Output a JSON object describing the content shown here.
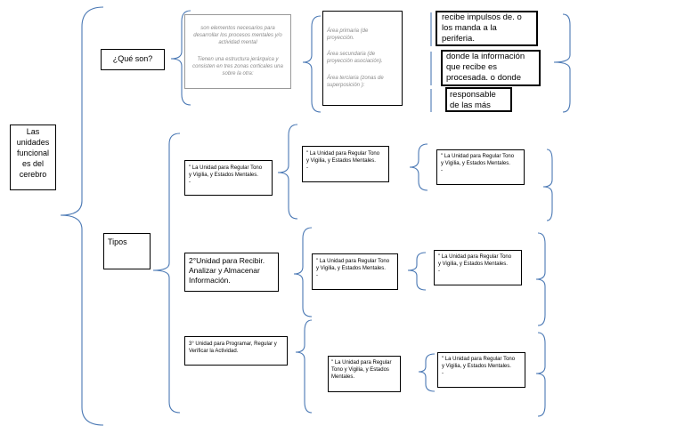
{
  "colors": {
    "bracket": "#4a78b4",
    "box_border": "#000000",
    "gray_text": "#8a8a8a"
  },
  "root": {
    "title": "Las\nunidades\nfuncional\nes del\ncerebro"
  },
  "que_son": {
    "label": "¿Qué son?",
    "definition_1": "son elementos necesarios para\ndesarrollar los procesos mentales y/o\nactividad mental",
    "definition_2": "Tienen una estructura jerárquica y\nconsisten en tres zonas corticales una\nsobre la otra:",
    "area_primaria": "Área            primaria            (de\nproyección.",
    "area_secundaria": "Área            secundaria           (de\nproyección asociación).",
    "area_terciaria": "Área  terciaria  (zonas  de\nsuperposición ):",
    "impulsos": "recibe impulsos de. o\nlos manda a la\nperiferia.",
    "procesada": "donde la información\nque recibe es\nprocesada. o  donde",
    "responsable": "responsable\nde las más"
  },
  "tipos": {
    "label": "Tipos",
    "unit_1": "\" La Unidad para Regular Tono\ny Vigilia, y Estados Mentales.\n-",
    "unit_1_sub": "\" La Unidad para Regular Tono\ny Vigilia, y Estados Mentales.\n-",
    "unit_1_sub2": "\" La Unidad para Regular Tono\ny Vigilia, y Estados Mentales.\n-",
    "unit_2": "2°Unidad para Recibir.\nAnalizar y Almacenar\nInformación.",
    "unit_2_sub": "\" La Unidad para Regular Tono\ny Vigilia, y Estados Mentales.\n-",
    "unit_2_sub2": "\" La Unidad para Regular Tono\ny Vigilia, y Estados Mentales.\n-",
    "unit_3": "3° Unidad para Programar, Regular y\nVerificar la Actividad.",
    "unit_3_sub": "\" La Unidad para Regular\nTono y Vigilia, y Estados\nMentales.",
    "unit_3_sub2": "\" La Unidad para Regular Tono\ny Vigilia, y Estados Mentales.\n-"
  }
}
